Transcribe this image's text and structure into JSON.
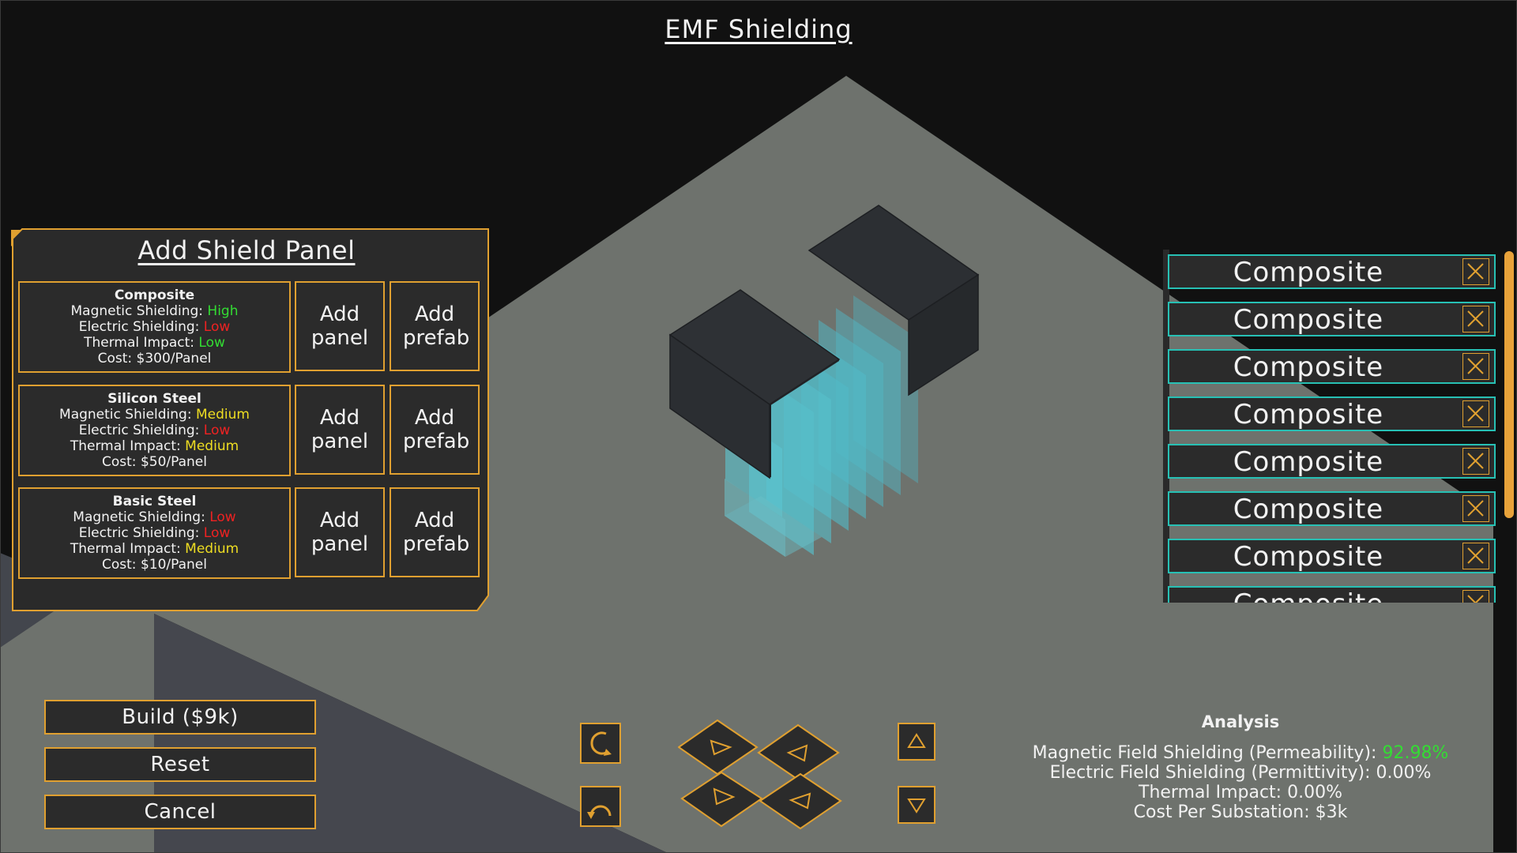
{
  "title": "EMF Shielding",
  "add_panel": {
    "heading": "Add Shield Panel",
    "materials": [
      {
        "name": "Composite",
        "magnetic_label": "Magnetic Shielding:",
        "magnetic": "High",
        "electric_label": "Electric Shielding:",
        "electric": "Low",
        "thermal_label": "Thermal Impact:",
        "thermal": "Low",
        "cost": "Cost: $300/Panel",
        "add_panel": "Add panel",
        "add_prefab": "Add prefab"
      },
      {
        "name": "Silicon Steel",
        "magnetic_label": "Magnetic Shielding:",
        "magnetic": "Medium",
        "electric_label": "Electric Shielding:",
        "electric": "Low",
        "thermal_label": "Thermal Impact:",
        "thermal": "Medium",
        "cost": "Cost: $50/Panel",
        "add_panel": "Add panel",
        "add_prefab": "Add prefab"
      },
      {
        "name": "Basic Steel",
        "magnetic_label": "Magnetic Shielding:",
        "magnetic": "Low",
        "electric_label": "Electric Shielding:",
        "electric": "Low",
        "thermal_label": "Thermal Impact:",
        "thermal": "Medium",
        "cost": "Cost: $10/Panel",
        "add_panel": "Add panel",
        "add_prefab": "Add prefab"
      }
    ]
  },
  "panel_list": [
    "Composite",
    "Composite",
    "Composite",
    "Composite",
    "Composite",
    "Composite",
    "Composite",
    "Composite"
  ],
  "actions": {
    "build": "Build ($9k)",
    "reset": "Reset",
    "cancel": "Cancel"
  },
  "analysis": {
    "heading": "Analysis",
    "magnetic_label": "Magnetic Field Shielding (Permeability):",
    "magnetic_value": "92.98%",
    "electric": "Electric Field Shielding (Permittivity): 0.00%",
    "thermal": "Thermal Impact: 0.00%",
    "cost": "Cost Per Substation: $3k"
  },
  "colors": {
    "accent": "#e0a030",
    "teal": "#27c0b4",
    "good": "#33dd33",
    "bad": "#ee2222",
    "medium": "#eedd22"
  },
  "icons": [
    "rotate-ccw-icon",
    "rotate-cw-icon",
    "move-arrow-icon",
    "raise-icon",
    "lower-icon",
    "close-icon"
  ]
}
